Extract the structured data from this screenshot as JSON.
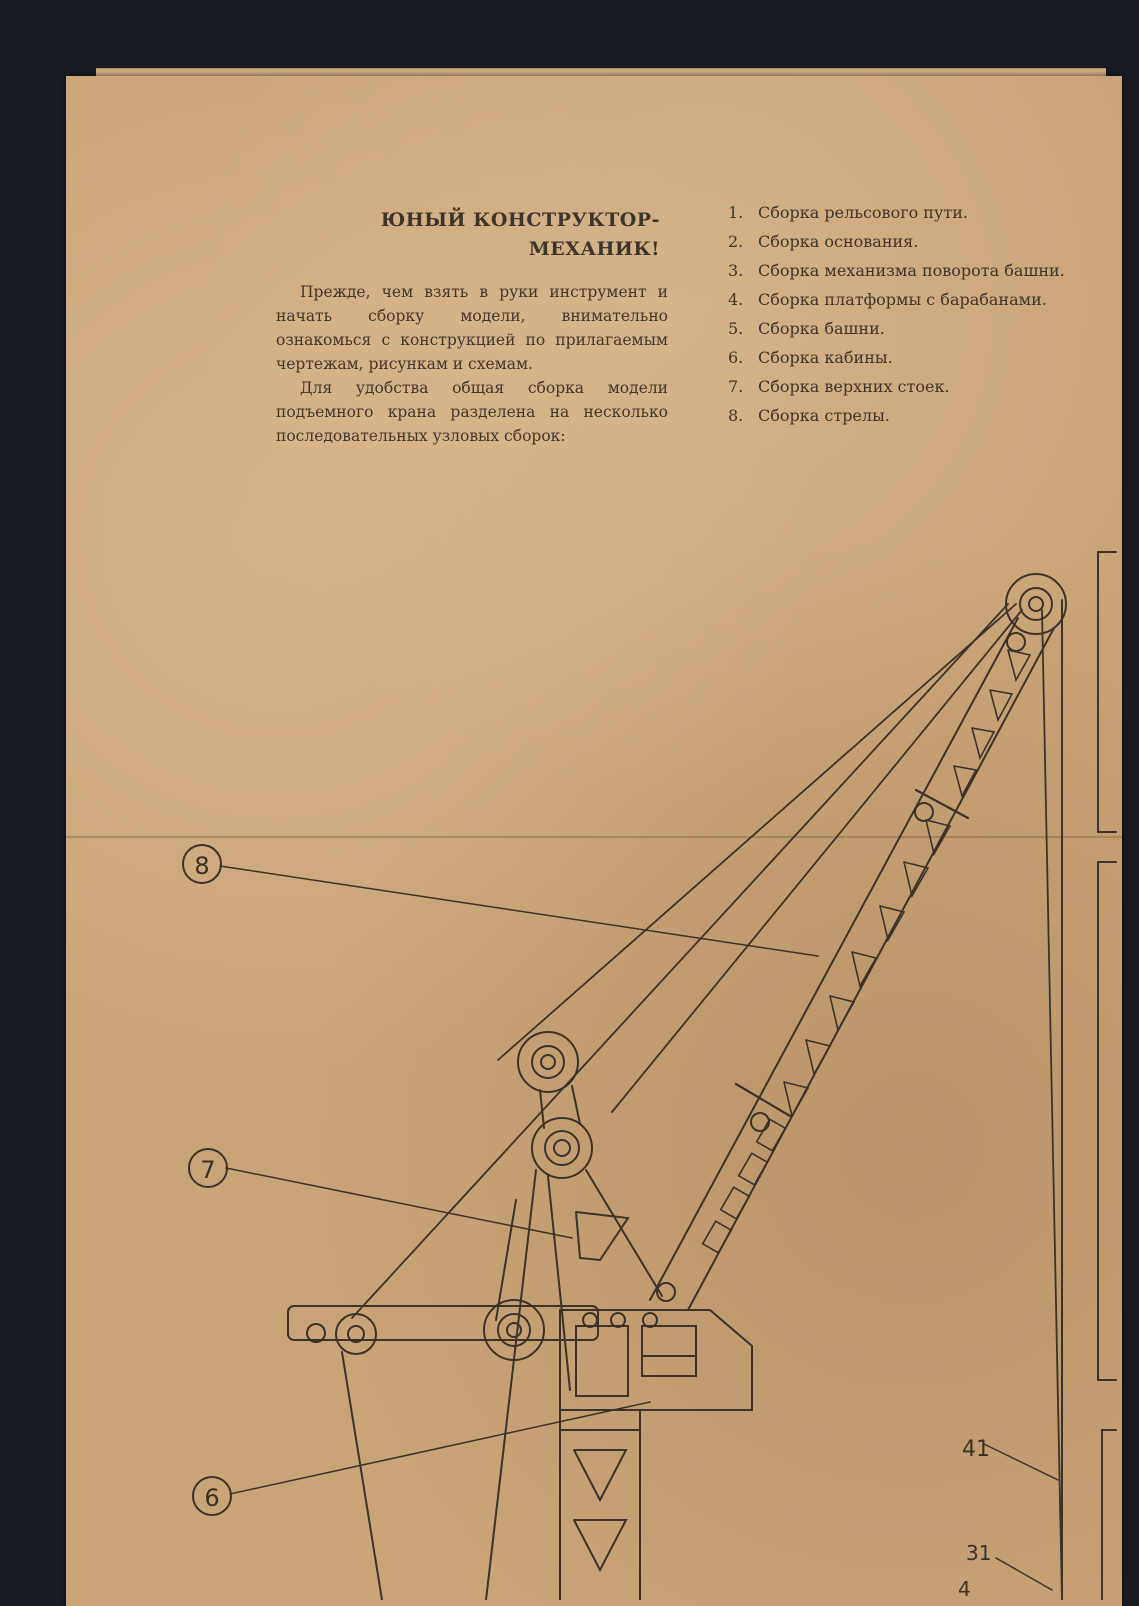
{
  "heading": {
    "line1": "ЮНЫЙ КОНСТРУКТОР-",
    "line2": "МЕХАНИК!"
  },
  "intro": {
    "para1": "Прежде, чем взять в руки инструмент и начать сборку модели, внимательно ознакомься с конструкцией по прилагаемым чертежам, рисункам и схемам.",
    "para2": "Для удобства общая сборка модели подъемного крана разделена на несколько последовательных узловых сборок:"
  },
  "steps": [
    {
      "num": "1.",
      "text": "Сборка рельсового пути."
    },
    {
      "num": "2.",
      "text": "Сборка основания."
    },
    {
      "num": "3.",
      "text": "Сборка механизма поворота башни."
    },
    {
      "num": "4.",
      "text": "Сборка платформы с барабанами."
    },
    {
      "num": "5.",
      "text": "Сборка башни."
    },
    {
      "num": "6.",
      "text": "Сборка кабины."
    },
    {
      "num": "7.",
      "text": "Сборка верхних стоек."
    },
    {
      "num": "8.",
      "text": "Сборка стрелы."
    }
  ],
  "callouts": {
    "c8": "8",
    "c7": "7",
    "c6": "6",
    "c41": "41",
    "c31": "31",
    "c4": "4"
  }
}
